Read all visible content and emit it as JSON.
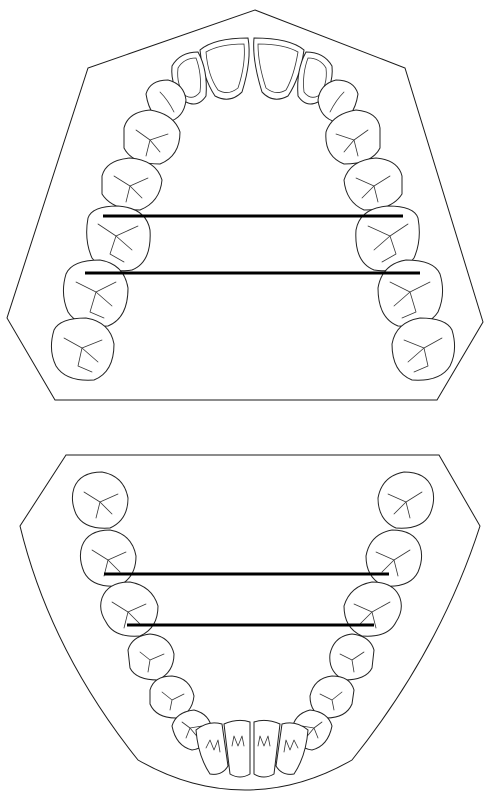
{
  "figure": {
    "description_visible_text": "",
    "arches": [
      {
        "id": "upper",
        "measurement_lines": 2
      },
      {
        "id": "lower",
        "measurement_lines": 2
      }
    ]
  },
  "colors": {
    "stroke": "#1a1a1a",
    "measure_line": "#000000",
    "background": "#ffffff"
  }
}
